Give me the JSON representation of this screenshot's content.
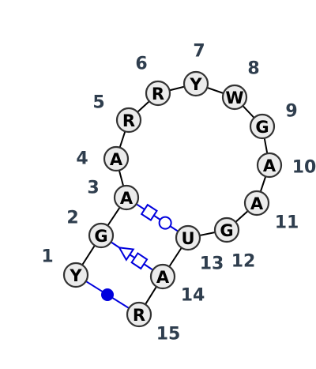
{
  "nucleotides": [
    {
      "id": "1",
      "letter": "Y",
      "number": "1"
    },
    {
      "id": "2",
      "letter": "G",
      "number": "2"
    },
    {
      "id": "3",
      "letter": "A",
      "number": "3"
    },
    {
      "id": "4",
      "letter": "A",
      "number": "4"
    },
    {
      "id": "5",
      "letter": "R",
      "number": "5"
    },
    {
      "id": "6",
      "letter": "R",
      "number": "6"
    },
    {
      "id": "7",
      "letter": "Y",
      "number": "7"
    },
    {
      "id": "8",
      "letter": "W",
      "number": "8"
    },
    {
      "id": "9",
      "letter": "G",
      "number": "9"
    },
    {
      "id": "10",
      "letter": "A",
      "number": "10"
    },
    {
      "id": "11",
      "letter": "A",
      "number": "11"
    },
    {
      "id": "12",
      "letter": "G",
      "number": "12"
    },
    {
      "id": "13",
      "letter": "U",
      "number": "13"
    },
    {
      "id": "14",
      "letter": "A",
      "number": "14"
    },
    {
      "id": "15",
      "letter": "R",
      "number": "15"
    }
  ],
  "pairs": [
    {
      "from": "3",
      "to": "13",
      "type": "square-circle"
    },
    {
      "from": "2",
      "to": "14",
      "type": "triangle-square"
    },
    {
      "from": "1",
      "to": "15",
      "type": "filled-circle"
    }
  ],
  "colors": {
    "pair": "#0000dd",
    "node_fill": "#ebebeb",
    "node_stroke": "#333333",
    "number": "#2f3e4e",
    "backbone": "#000000"
  }
}
